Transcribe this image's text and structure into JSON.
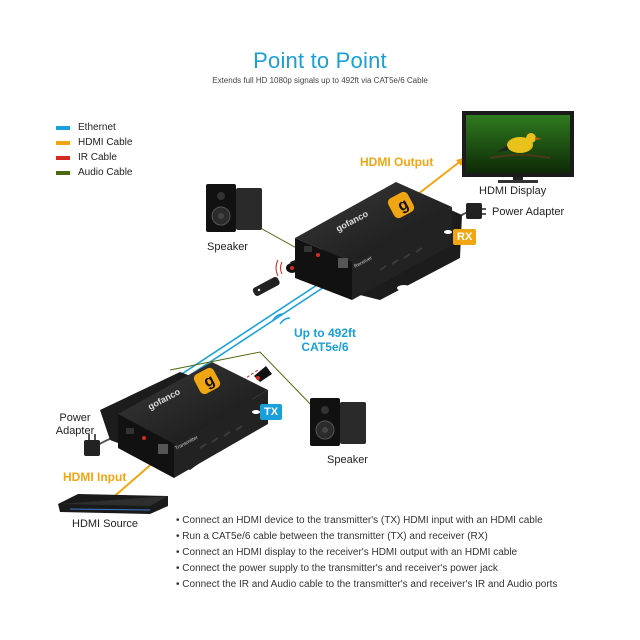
{
  "header": {
    "title": "Point to Point",
    "subtitle": "Extends full HD 1080p signals up to 492ft via CAT5e/6 Cable"
  },
  "legend": [
    {
      "label": "Ethernet",
      "color": "#1aa0d8"
    },
    {
      "label": "HDMI Cable",
      "color": "#f0a512"
    },
    {
      "label": "IR Cable",
      "color": "#d42a1f"
    },
    {
      "label": "Audio Cable",
      "color": "#4e6a10"
    }
  ],
  "labels": {
    "hdmi_output": "HDMI Output",
    "hdmi_display": "HDMI Display",
    "power_adapter_rx": "Power Adapter",
    "rx_badge": "RX",
    "speaker_rx": "Speaker",
    "cable_distance_line1": "Up to 492ft",
    "cable_distance_line2": "CAT5e/6",
    "tx_badge": "TX",
    "power_adapter_tx_line1": "Power",
    "power_adapter_tx_line2": "Adapter",
    "speaker_tx": "Speaker",
    "hdmi_input": "HDMI Input",
    "hdmi_source": "HDMI Source",
    "brand": "gofanco",
    "receiver_text": "Receiver",
    "transmitter_text": "Transmitter"
  },
  "instructions": [
    "• Connect an HDMI device to the transmitter's (TX) HDMI input with an HDMI cable",
    "• Run a CAT5e/6 cable between the transmitter (TX) and receiver (RX)",
    "• Connect an HDMI display to the receiver's HDMI output with an HDMI cable",
    "• Connect the power supply to the transmitter's and receiver's power jack",
    "• Connect the IR and Audio cable to the transmitter's and receiver's IR and Audio ports"
  ],
  "colors": {
    "accent": "#1aa0d8",
    "hdmi": "#f0a512",
    "ir": "#d42a1f",
    "audio": "#4e6a10",
    "logo": "#f0a512"
  }
}
